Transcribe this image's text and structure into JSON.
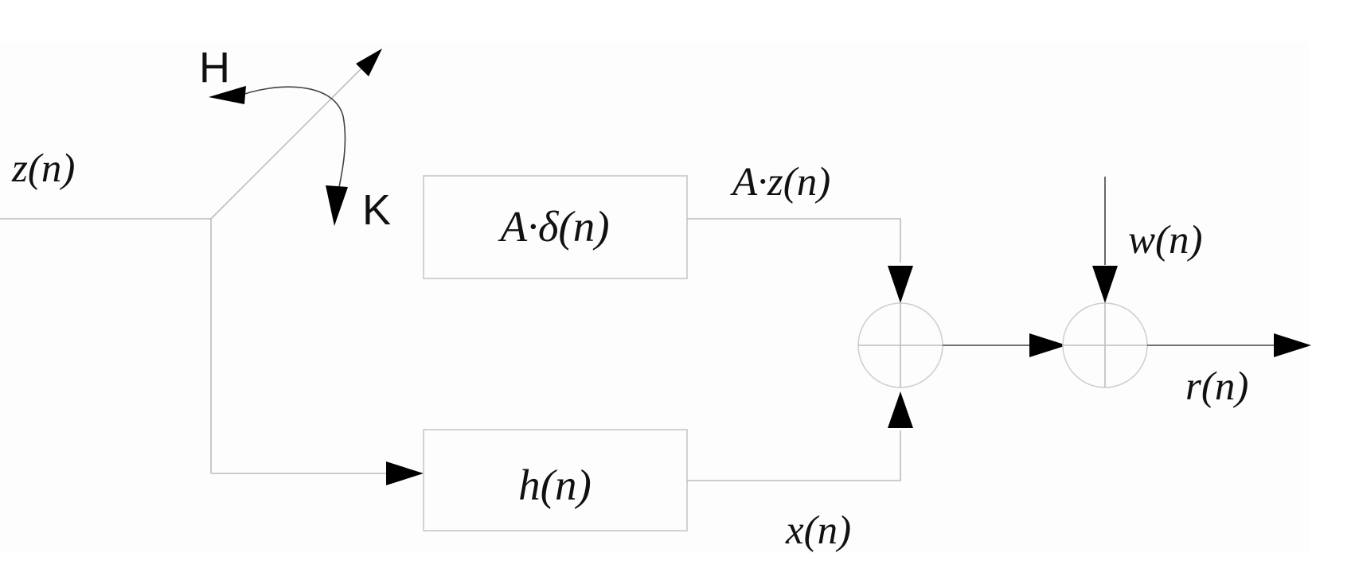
{
  "diagram": {
    "input_signal": "z(n)",
    "switch_positions": {
      "up": "H",
      "down": "K"
    },
    "blocks": {
      "upper": "A·δ(n)",
      "lower": "h(n)"
    },
    "signals": {
      "upper_output": "A·z(n)",
      "lower_output": "x(n)",
      "noise": "w(n)",
      "output": "r(n)"
    },
    "colors": {
      "background": "#ffffff",
      "canvas": "#fdfdfd",
      "line": "#bdbdbd",
      "arrow": "#000000"
    }
  }
}
